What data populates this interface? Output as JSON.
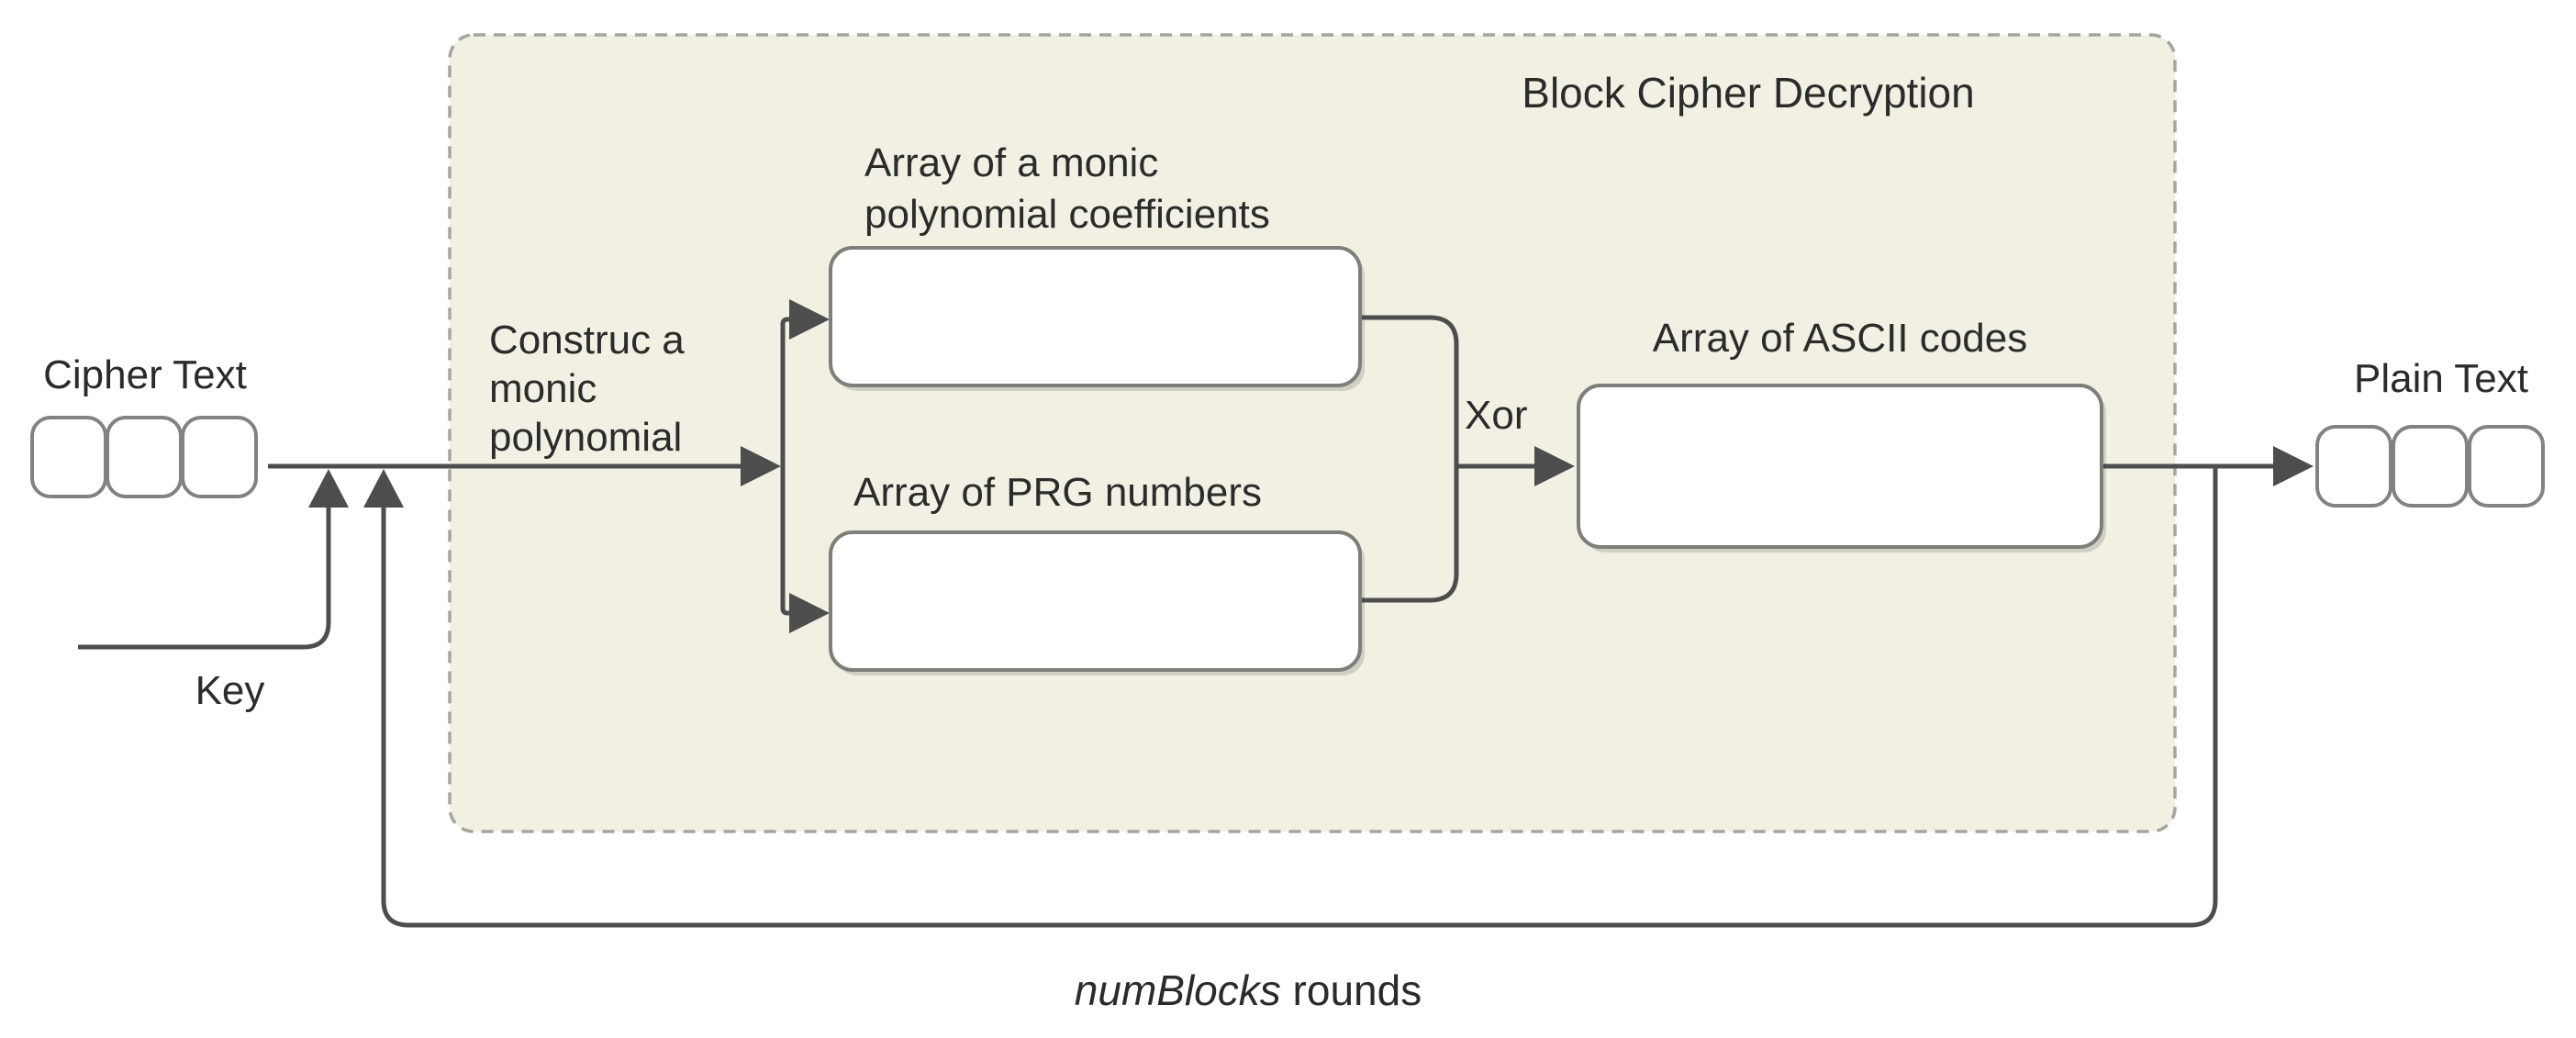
{
  "diagram": {
    "container_title": "Block Cipher Decryption",
    "input": {
      "label": "Cipher Text",
      "block_count": 3
    },
    "output": {
      "label": "Plain Text",
      "block_count": 3
    },
    "key_label": "Key",
    "construct_label": [
      "Construc a",
      "monic",
      "polynomial"
    ],
    "monic_box_label": [
      "Array of a monic",
      "polynomial coefficients"
    ],
    "prg_box_label": "Array of PRG numbers",
    "xor_label": "Xor",
    "ascii_box_label": "Array of ASCII codes",
    "loop_label": {
      "italic": "numBlocks",
      "rest": " rounds"
    },
    "colors": {
      "container_fill": "#f1f0e3",
      "container_border": "#a5a5a0",
      "connector": "#4d4d4d",
      "box_border": "#7e7e7a",
      "box_fill": "#ffffff",
      "text": "#2b2b2b",
      "page_bg": "#ffffff"
    }
  }
}
